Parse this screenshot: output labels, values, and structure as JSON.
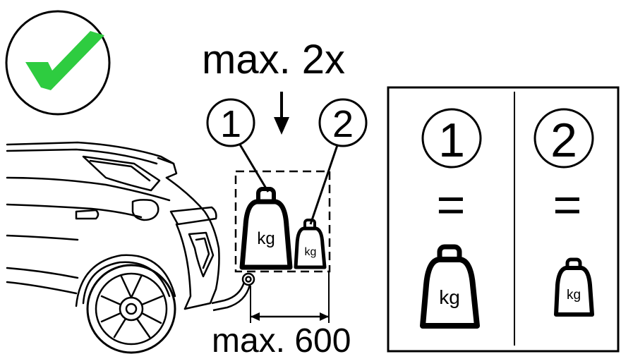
{
  "top_label": "max. 2x",
  "bottom_label": "max. 600",
  "callout_1": "1",
  "callout_2": "2",
  "equals_symbol": "=",
  "weight_unit": "kg",
  "colors": {
    "check_green": "#2ecc40",
    "line": "#000000",
    "background": "#ffffff"
  },
  "icons": {
    "approval": "checkmark-icon",
    "direction": "down-arrow-icon",
    "weight": "weight-icon",
    "vehicle": "car-rear-icon",
    "hitch": "tow-bar-icon"
  }
}
